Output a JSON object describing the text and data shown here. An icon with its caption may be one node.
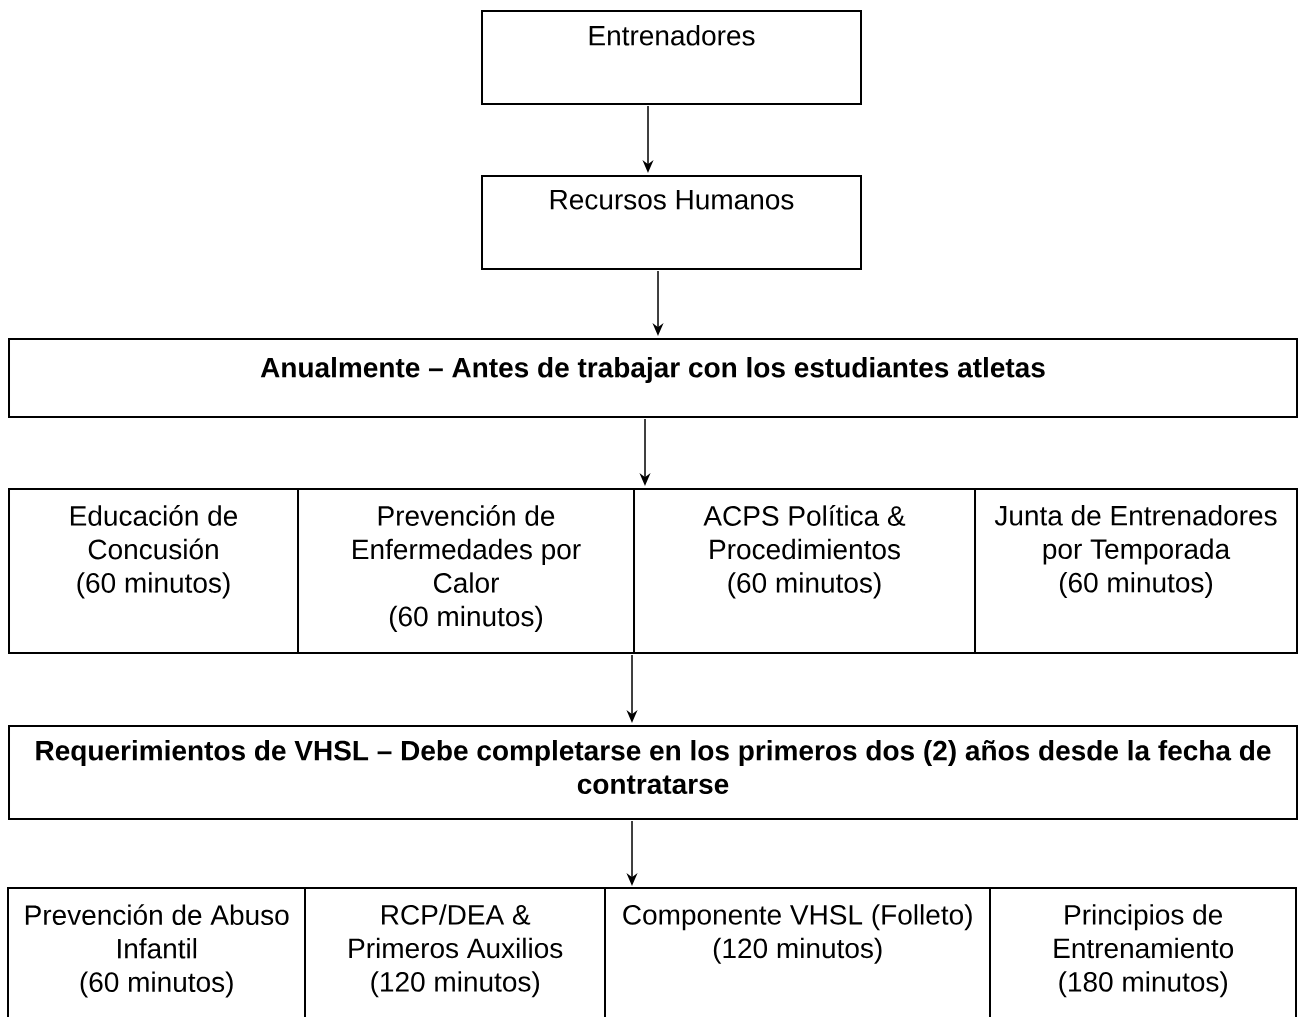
{
  "diagram": {
    "nodes": [
      {
        "text": [
          "Entrenadores"
        ]
      },
      {
        "text": [
          "Recursos Humanos"
        ]
      },
      {
        "text": [
          "Anualmente – Antes de trabajar con los estudiantes atletas"
        ]
      },
      {
        "text": [
          "Educación de Concusión",
          "(60 minutos)"
        ]
      },
      {
        "text": [
          "Prevención de Enfermedades por Calor",
          "(60 minutos)"
        ]
      },
      {
        "text": [
          "ACPS Política & Procedimientos",
          "(60 minutos)"
        ]
      },
      {
        "text": [
          "Junta de Entrenadores por Temporada",
          "(60 minutos)"
        ]
      },
      {
        "text": [
          "Requerimientos de VHSL – Debe completarse en los primeros dos (2) años desde la fecha de contratarse"
        ]
      },
      {
        "text": [
          "Prevención de Abuso Infantil",
          "(60 minutos)"
        ]
      },
      {
        "text": [
          "RCP/DEA & Primeros Auxilios",
          "(120 minutos)"
        ]
      },
      {
        "text": [
          "Componente VHSL (Folleto)",
          "(120 minutos)"
        ]
      },
      {
        "text": [
          "Principios de Entrenamiento",
          "(180 minutos)"
        ]
      }
    ],
    "edges": [
      {
        "from": 0,
        "to": 1,
        "arrow": "to"
      },
      {
        "from": 1,
        "to": 2,
        "arrow": "to"
      },
      {
        "from": 2,
        "to": 5,
        "arrow": "to"
      },
      {
        "from": 4,
        "to": 7,
        "arrow": "to"
      },
      {
        "from": 7,
        "to": 10,
        "arrow": "to"
      }
    ]
  }
}
